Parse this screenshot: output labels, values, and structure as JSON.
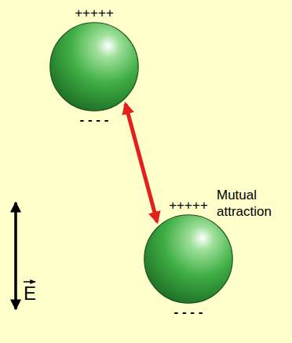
{
  "diagram": {
    "nodes": [
      {
        "text": [
          "+++++",
          "- - - -"
        ]
      },
      {
        "text": [
          "+++++",
          "- - - -"
        ]
      }
    ],
    "edges": [
      {
        "from": 0,
        "to": 1,
        "label": "Mutual attraction",
        "arrow": "both"
      }
    ],
    "labels": [
      "E"
    ]
  }
}
